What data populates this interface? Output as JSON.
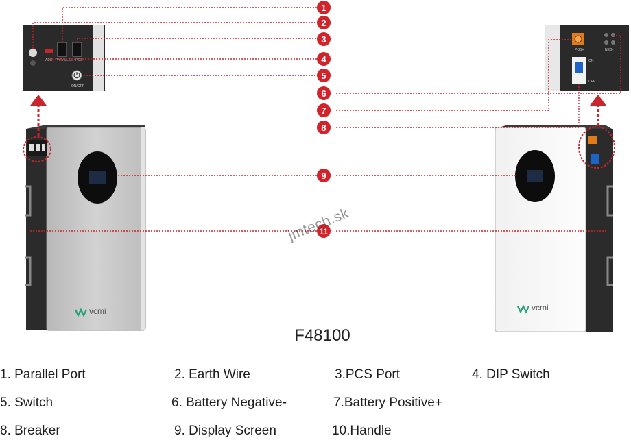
{
  "model_title": "F48100",
  "watermark": "jmtech.sk",
  "brand": "vcmi",
  "callouts": [
    "1",
    "2",
    "3",
    "4",
    "5",
    "6",
    "7",
    "8",
    "9",
    "11"
  ],
  "panel_labels": {
    "left_port_caption": "ADD · PARALLEL · PCS",
    "switch_caption": "ON/OFF",
    "terminal_pos": "POS+",
    "terminal_neg": "NEG-",
    "breaker_on": "ON",
    "breaker_off": "OFF"
  },
  "legend": [
    "1. Parallel Port",
    "2. Earth Wire",
    "3.PCS Port",
    "4. DIP Switch",
    "5. Switch",
    "6. Battery Negative-",
    "7.Battery Positive+",
    "8. Breaker",
    "9. Display Screen",
    "10.Handle"
  ],
  "colors": {
    "callout_red": "#d2232a",
    "dotted_line": "#c9252c",
    "cabinet_dark": "#2b2b2b",
    "front_silver": "#c9c9c9",
    "front_white": "#f7f7f7",
    "screen_black": "#0d0d0d"
  }
}
